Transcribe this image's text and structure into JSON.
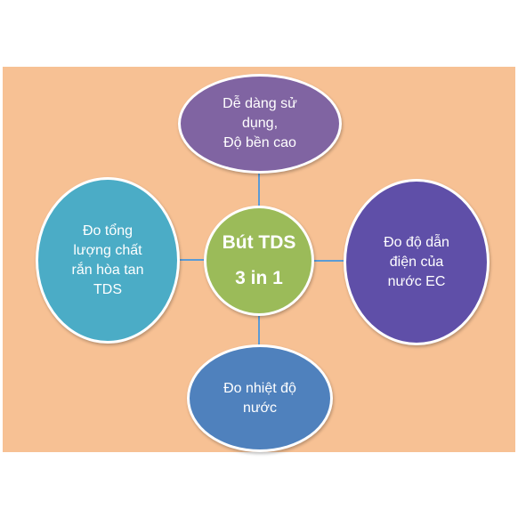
{
  "diagram": {
    "center": {
      "lines": [
        "Bút TDS",
        "3 in 1"
      ]
    },
    "nodes": {
      "top": {
        "lines": [
          "Dễ dàng sử",
          "dụng,",
          "Độ bền cao"
        ]
      },
      "left": {
        "lines": [
          "Đo tổng",
          "lượng chất",
          "rắn hòa tan",
          "TDS"
        ]
      },
      "right": {
        "lines": [
          "Đo độ dẫn",
          "điện của",
          "nước EC"
        ]
      },
      "bottom": {
        "lines": [
          "Đo nhiệt độ",
          "nước"
        ]
      }
    }
  },
  "colors": {
    "background_panel": "#f7c194",
    "center": "#9bbb59",
    "top": "#8064a2",
    "left": "#4bacc6",
    "right": "#5f4fa8",
    "bottom": "#4f81bd",
    "connector": "#5b9bd5"
  }
}
